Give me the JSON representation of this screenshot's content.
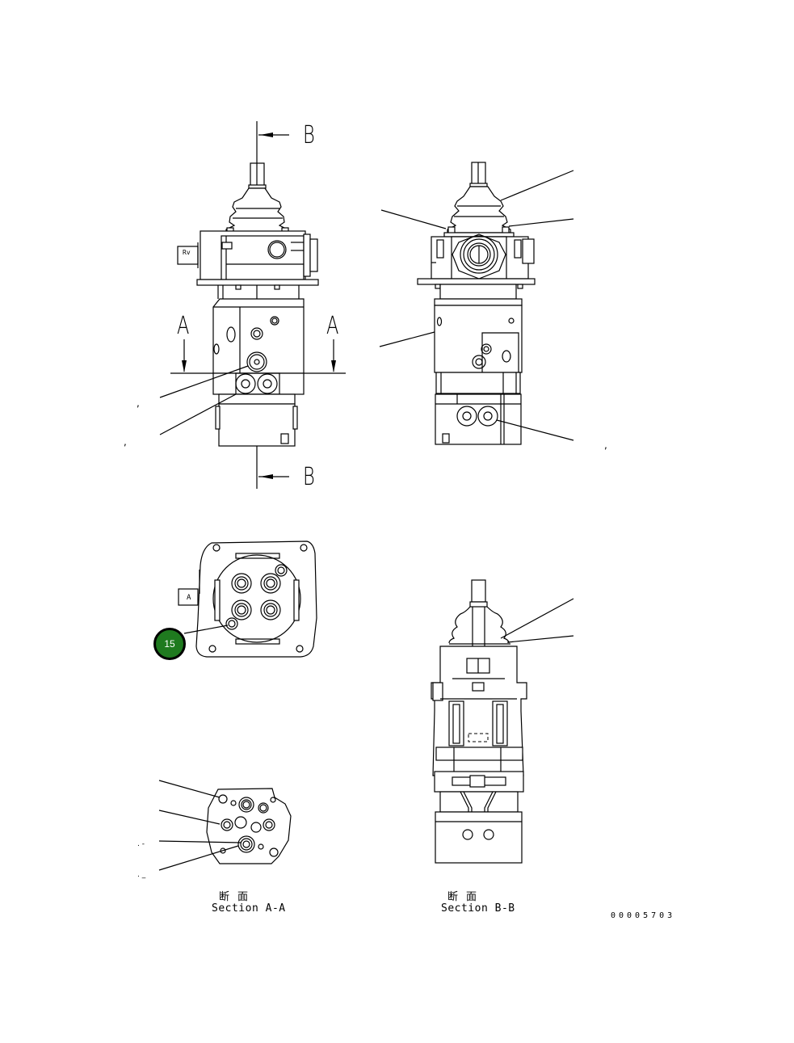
{
  "drawing": {
    "section_marks": {
      "a_left": "A",
      "a_right": "A",
      "b_top": "B",
      "b_bottom": "B"
    },
    "front_view": {
      "port_label": "Rv"
    },
    "bottom_view": {
      "port_label": "A",
      "callout": {
        "number": "15",
        "color": "#1f7a1f",
        "border_color": "#000000"
      }
    },
    "section_a": {
      "title_jp": "断面",
      "title_en": "Section A-A"
    },
    "section_b": {
      "title_jp": "断面",
      "title_en": "Section B-B"
    },
    "stray_marks": {
      "comma_1": ",",
      "comma_2": ",",
      "comma_3": ",",
      "dash_1": ". -",
      "dash_2": ". _"
    },
    "drawing_number": "00005703"
  }
}
